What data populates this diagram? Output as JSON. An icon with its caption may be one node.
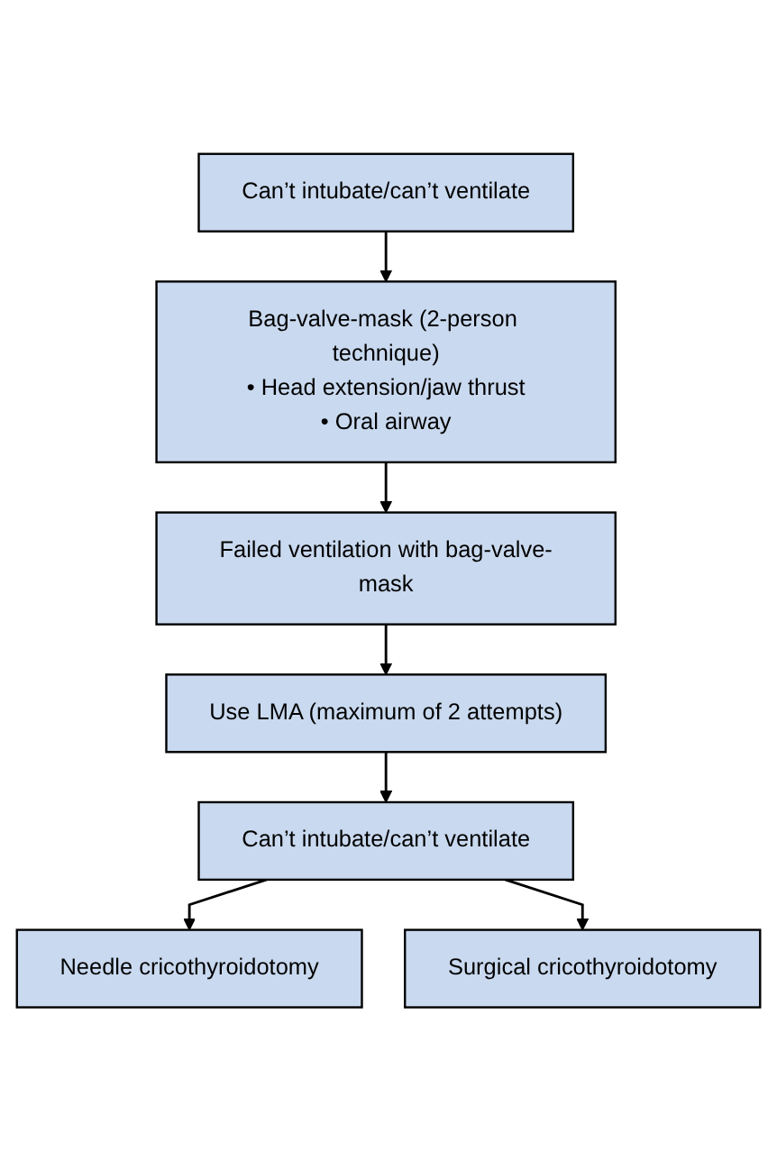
{
  "diagram": {
    "nodes": [
      {
        "text": [
          "Can’t intubate/can’t ventilate"
        ]
      },
      {
        "text": [
          "Bag-valve-mask (2-person technique)",
          "• Head extension/jaw thrust",
          "• Oral airway"
        ]
      },
      {
        "text": [
          "Failed ventilation with bag-valve-mask"
        ]
      },
      {
        "text": [
          "Use LMA (maximum of 2 attempts)"
        ]
      },
      {
        "text": [
          "Can’t intubate/can’t ventilate"
        ]
      },
      {
        "text": [
          "Needle cricothyroidotomy"
        ]
      },
      {
        "text": [
          "Surgical cricothyroidotomy"
        ]
      }
    ],
    "edges": [
      {
        "from": 0,
        "to": 1,
        "arrow": "to"
      },
      {
        "from": 1,
        "to": 2,
        "arrow": "to"
      },
      {
        "from": 2,
        "to": 3,
        "arrow": "to"
      },
      {
        "from": 3,
        "to": 4,
        "arrow": "to"
      },
      {
        "from": 4,
        "to": 5,
        "arrow": "to"
      },
      {
        "from": 4,
        "to": 6,
        "arrow": "to"
      }
    ]
  }
}
